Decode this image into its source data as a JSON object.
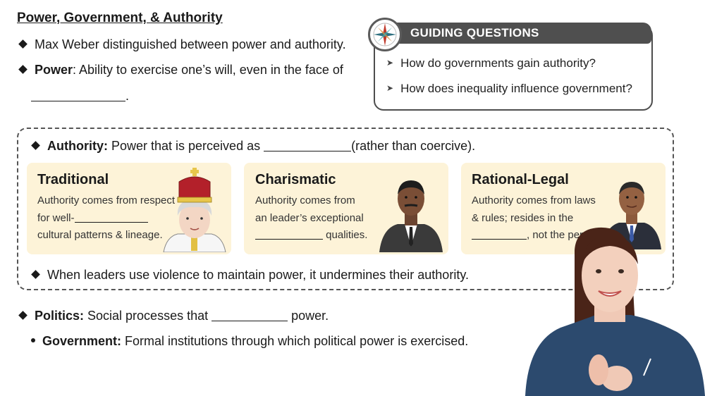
{
  "header": {
    "title": "Power, Government, & Authority"
  },
  "bullets": {
    "weber": "Max Weber distinguished between power and authority.",
    "power_term": "Power",
    "power_def": ": Ability to exercise one’s will, even in the face of",
    "power_end": "."
  },
  "guiding": {
    "title": "GUIDING QUESTIONS",
    "q1": "How do governments gain authority?",
    "q2": "How does inequality influence government?"
  },
  "authority": {
    "term": "Authority:",
    "def": " Power that is perceived as ",
    "def_end": "(rather than coercive)."
  },
  "cards": [
    {
      "title": "Traditional",
      "l1": "Authority comes from respect",
      "l2": "for well-",
      "l3": "cultural patterns & lineage."
    },
    {
      "title": "Charismatic",
      "l1": "Authority comes from",
      "l2": "an leader’s exceptional",
      "l3": " qualities."
    },
    {
      "title": "Rational-Legal",
      "l1": "Authority comes from laws",
      "l2": "& rules; resides in the",
      "l3": ", not the person."
    }
  ],
  "violence": "When leaders use violence to maintain power, it undermines their authority.",
  "politics": {
    "term": "Politics:",
    "def": " Social processes that ",
    "end": " power."
  },
  "government": {
    "term": "Government:",
    "def": " Formal institutions through which political power is exercised."
  },
  "colors": {
    "card_bg": "#fdf3d8",
    "guide_header": "#4f4f4f",
    "presenter_top": "#2c4a6e"
  }
}
